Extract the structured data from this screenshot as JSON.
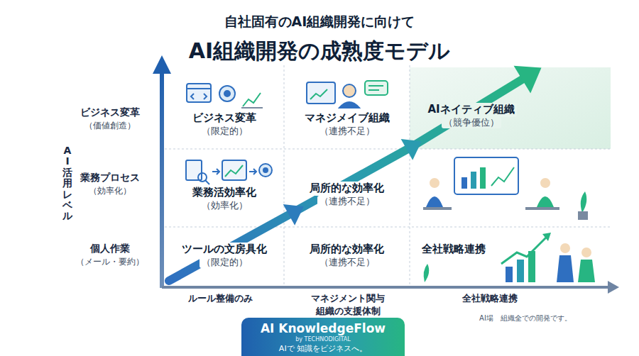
{
  "diagram": {
    "title": "AI組織開発の成熟度モデル",
    "nodes": [
      {
        "text": [
          "ビジネス変革",
          "（限定的）"
        ]
      },
      {
        "text": [
          "マネジメイブ組織",
          "（連携不足）"
        ]
      },
      {
        "text": [
          "AIネイティブ組織",
          "（競争優位）"
        ]
      },
      {
        "text": [
          "業務活効率化",
          "（効率化）"
        ]
      },
      {
        "text": [
          "局所的な効率化",
          "（連携不足）"
        ]
      },
      {
        "text": [
          "ツールの文房具化",
          "（限定的）"
        ]
      },
      {
        "text": [
          "局所的な効率化",
          "（連携不足）"
        ]
      },
      {
        "text": [
          "全社戦略連携"
        ]
      },
      {
        "text": [
          "AI KnowledgeFlow",
          "by TECHNODIGITAL",
          "AIで 知識をビジネスへ。"
        ]
      }
    ],
    "labels": [
      "自社固有のAI組織開発に向けて",
      "AI活用レベル",
      "ビジネス変革",
      "（価値創造）",
      "業務プロセス",
      "（効率化）",
      "個人作業",
      "（メール・要約）",
      "ルール整備のみ",
      "マネジメント関与",
      "組織の支援体制",
      "全社戦略連携",
      "AI場ゞ組織全での開発です。"
    ]
  }
}
